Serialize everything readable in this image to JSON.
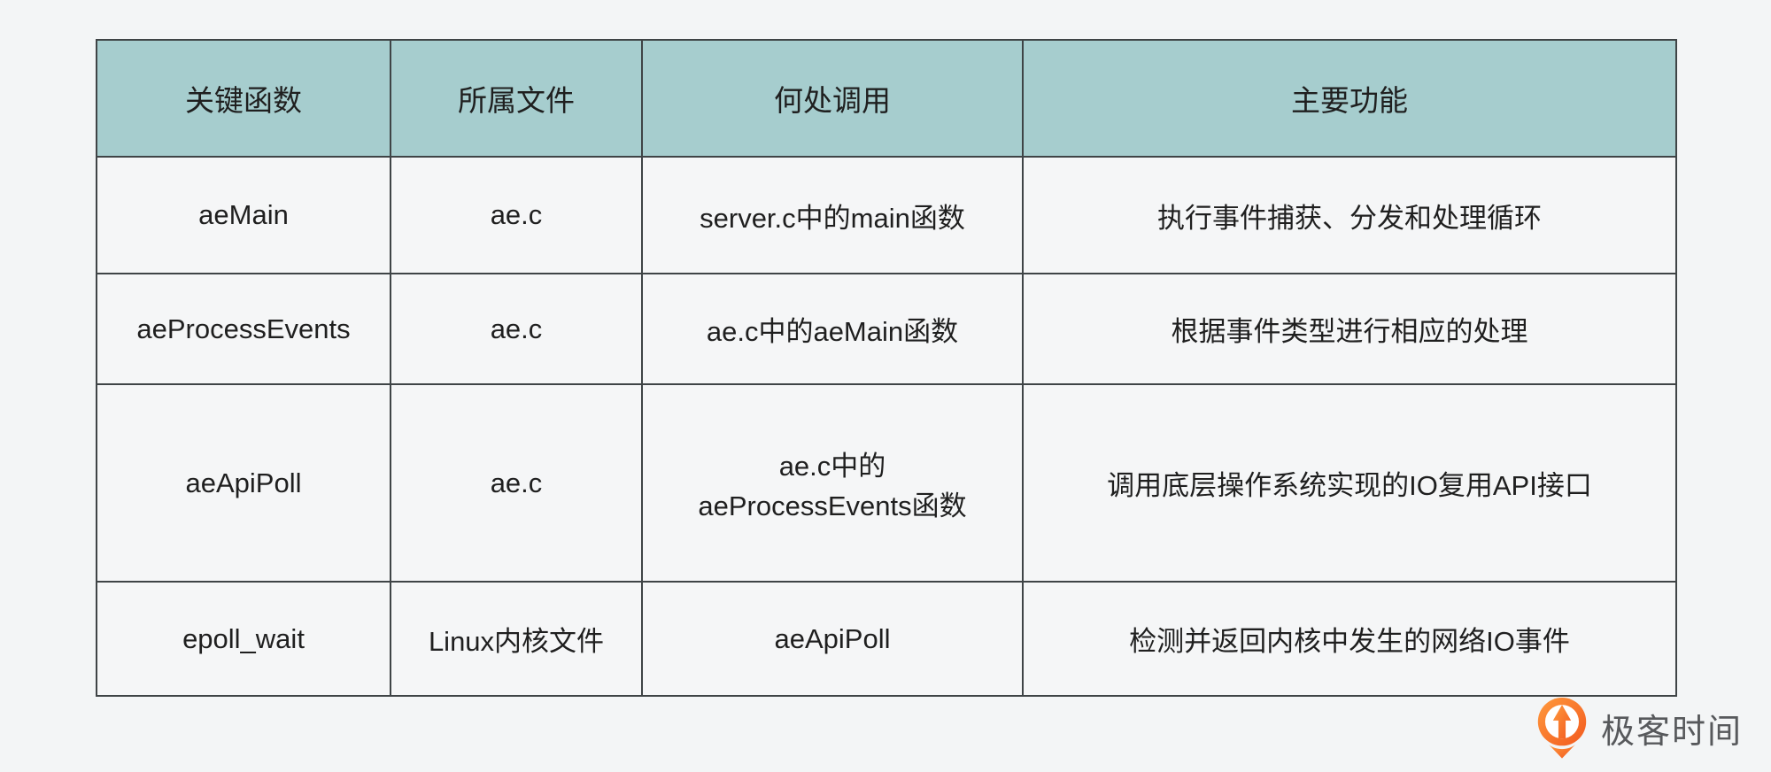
{
  "chart_data": {
    "type": "table",
    "title": "",
    "columns": [
      "关键函数",
      "所属文件",
      "何处调用",
      "主要功能"
    ],
    "rows": [
      [
        "aeMain",
        "ae.c",
        "server.c中的main函数",
        "执行事件捕获、分发和处理循环"
      ],
      [
        "aeProcessEvents",
        "ae.c",
        "ae.c中的aeMain函数",
        "根据事件类型进行相应的处理"
      ],
      [
        "aeApiPoll",
        "ae.c",
        "ae.c中的\naeProcessEvents函数",
        "调用底层操作系统实现的IO复用API接口"
      ],
      [
        "epoll_wait",
        "Linux内核文件",
        "aeApiPoll",
        "检测并返回内核中发生的网络IO事件"
      ]
    ],
    "layout": {
      "header_fill": "teal",
      "grid": "all-borders",
      "cell_alignment": "center"
    }
  },
  "branding": {
    "logo_text": "极客时间",
    "icon": "geektime-pin-clock-icon"
  },
  "colors": {
    "header_bg": "#a6cdce",
    "page_bg": "#f3f5f6",
    "cell_bg": "#f5f6f7",
    "border": "#3f4446",
    "brand_orange_light": "#ff9a3d",
    "brand_orange_dark": "#f2591f",
    "brand_text": "#57595c",
    "text": "#1f1f1f"
  }
}
